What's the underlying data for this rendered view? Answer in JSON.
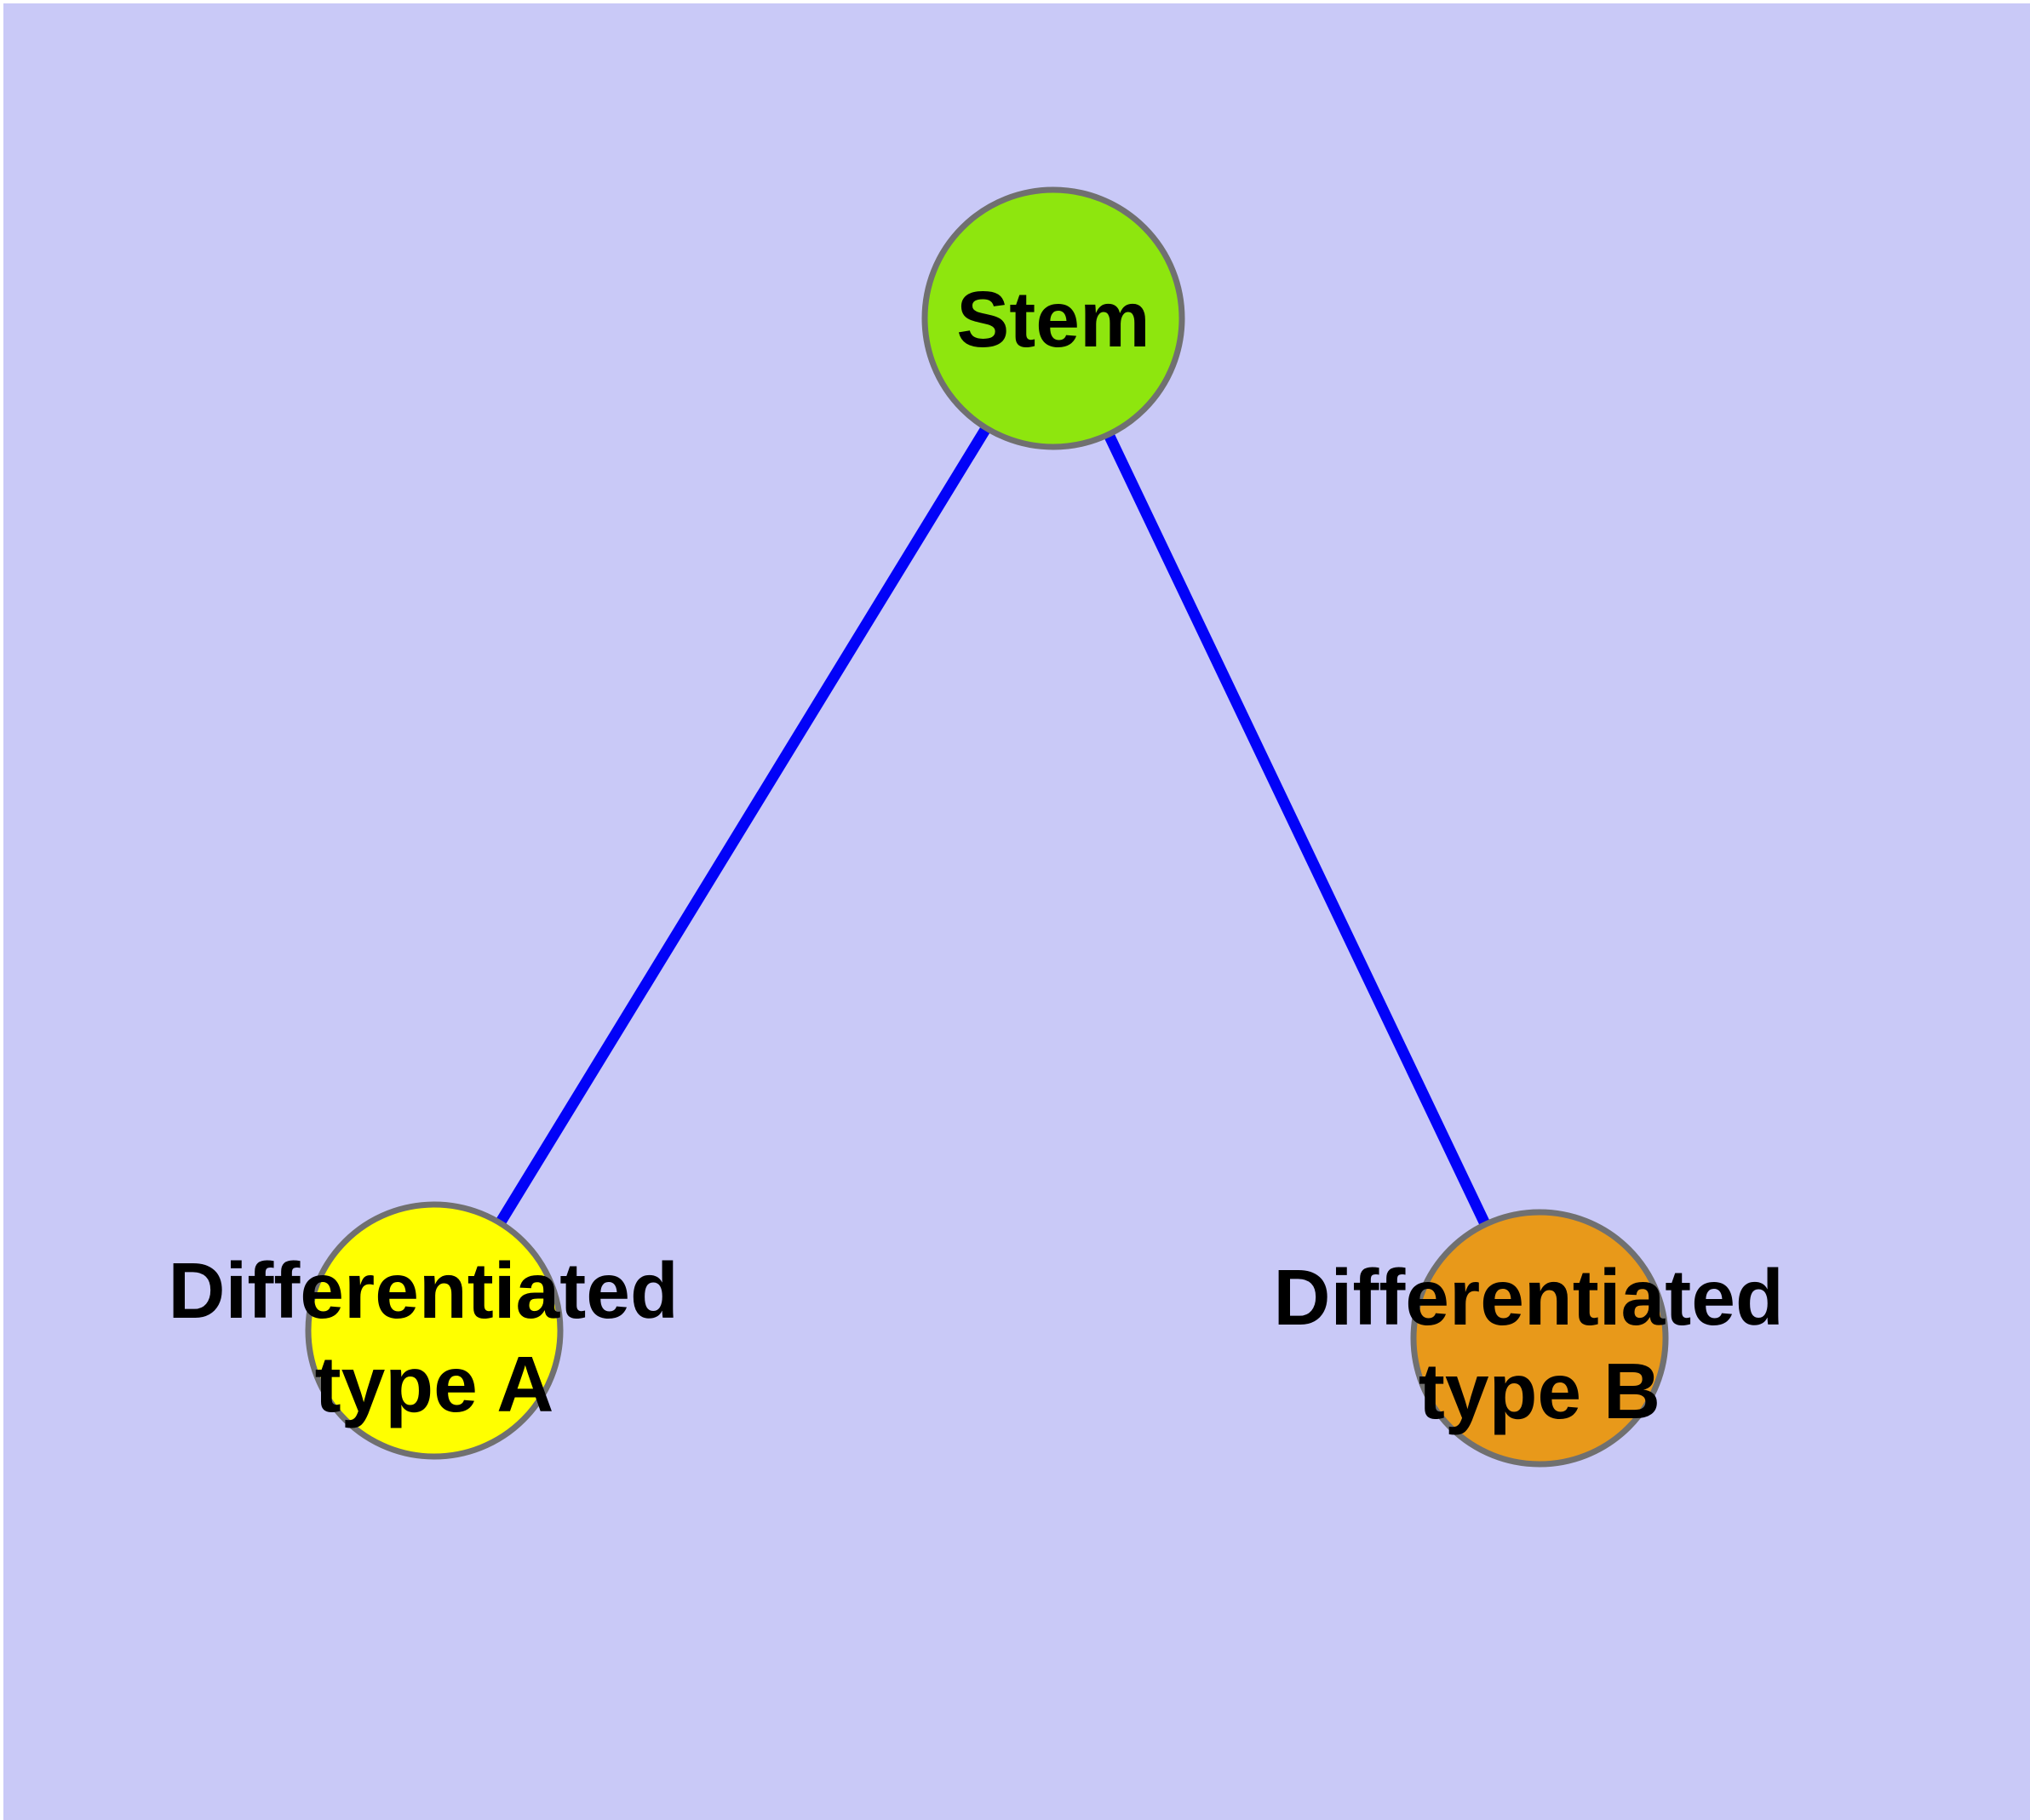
{
  "diagram": {
    "type": "graph",
    "background_color": "#c9c9f7",
    "edge_color": "#0202f8",
    "node_border_color": "#707070",
    "label_color": "#000000",
    "nodes": [
      {
        "id": "stem",
        "label": "Stem",
        "label_lines": [
          "Stem"
        ],
        "color": "#8ee60e",
        "shape": "circle"
      },
      {
        "id": "type-a",
        "label": "Differentiated type A",
        "label_lines": [
          "Differentiated",
          "type A"
        ],
        "color": "#ffff00",
        "shape": "circle"
      },
      {
        "id": "type-b",
        "label": "Differentiated type B",
        "label_lines": [
          "Differentiated",
          "type B"
        ],
        "color": "#e8991a",
        "shape": "circle"
      }
    ],
    "edges": [
      {
        "from": "stem",
        "to": "type-a"
      },
      {
        "from": "stem",
        "to": "type-b"
      }
    ]
  }
}
